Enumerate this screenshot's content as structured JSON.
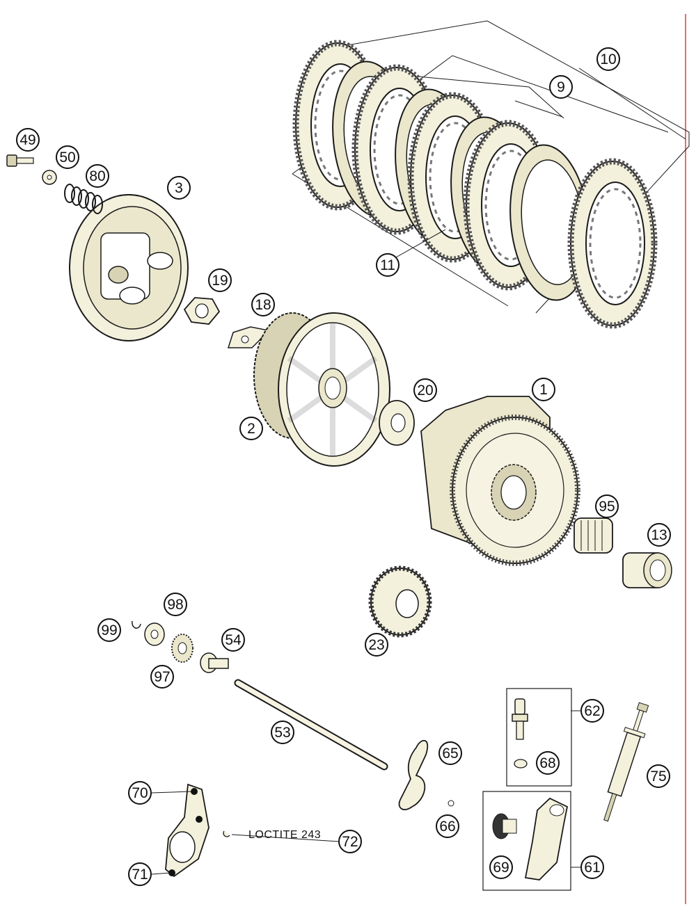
{
  "diagram": {
    "callouts": [
      "1",
      "2",
      "3",
      "9",
      "10",
      "11",
      "13",
      "18",
      "19",
      "20",
      "23",
      "49",
      "50",
      "53",
      "54",
      "61",
      "62",
      "65",
      "66",
      "68",
      "69",
      "70",
      "71",
      "72",
      "75",
      "80",
      "95",
      "97",
      "98",
      "99"
    ],
    "note": "LOCTITE 243",
    "colors": {
      "line": "#1a1a1a",
      "part_fill": "#f3f0dc",
      "part_shade": "#d8d3b4",
      "edge_rule": "#e23b3b"
    }
  }
}
